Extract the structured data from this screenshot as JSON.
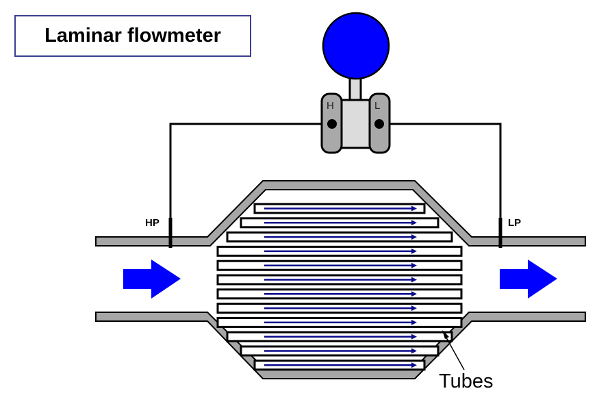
{
  "title": "Laminar flowmeter",
  "transmitter": {
    "high_side_label": "H",
    "low_side_label": "L",
    "indicator_color": "#0000ff"
  },
  "taps": {
    "high_pressure_label": "HP",
    "low_pressure_label": "LP"
  },
  "tubes": {
    "label": "Tubes",
    "count": 12,
    "flow_line_color": "#0a0a8a"
  },
  "flow": {
    "direction": "left-to-right",
    "arrow_color": "#0000ff"
  },
  "colors": {
    "pipe_wall": "#a6a6a6",
    "transmitter_flange": "#a9a9a9",
    "transmitter_body": "#dcdcdc",
    "title_border": "#3a3f8f"
  }
}
